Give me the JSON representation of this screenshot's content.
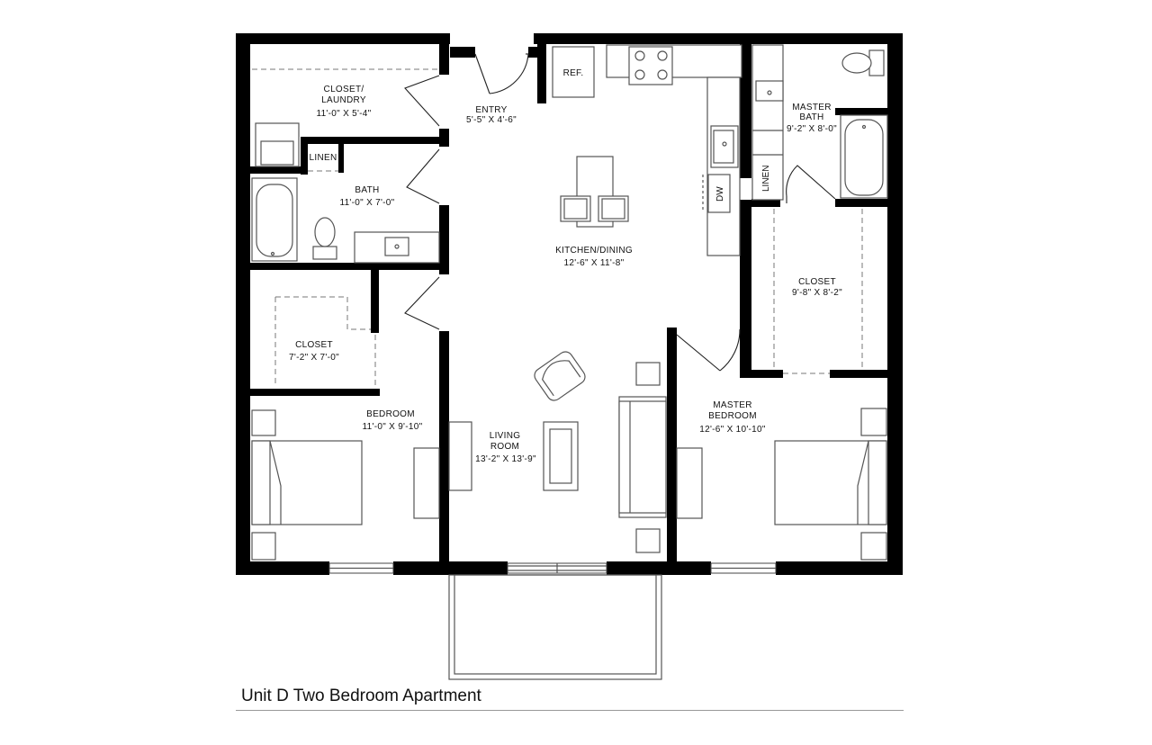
{
  "plan_title": "Unit D Two Bedroom Apartment",
  "rooms": {
    "closet_laundry": {
      "name_line1": "CLOSET/",
      "name_line2": "LAUNDRY",
      "size": "11'-0\" X 5'-4\""
    },
    "entry": {
      "name": "ENTRY",
      "size": "5'-5\" X 4'-6\""
    },
    "bath": {
      "name": "BATH",
      "size": "11'-0\" X 7'-0\""
    },
    "linen_bath": {
      "name": "LINEN"
    },
    "kitchen_dining": {
      "name": "KITCHEN/DINING",
      "size": "12'-6\" X 11'-8\""
    },
    "master_bath": {
      "name_line1": "MASTER",
      "name_line2": "BATH",
      "size": "9'-2\" X 8'-0\""
    },
    "linen_master": {
      "name": "LINEN"
    },
    "master_closet": {
      "name": "CLOSET",
      "size": "9'-8\" X 8'-2\""
    },
    "bedroom_closet": {
      "name": "CLOSET",
      "size": "7'-2\" X 7'-0\""
    },
    "bedroom": {
      "name": "BEDROOM",
      "size": "11'-0\" X 9'-10\""
    },
    "living_room": {
      "name_line1": "LIVING",
      "name_line2": "ROOM",
      "size": "13'-2\" X 13'-9\""
    },
    "master_bedroom": {
      "name_line1": "MASTER",
      "name_line2": "BEDROOM",
      "size": "12'-6\" X 10'-10\""
    }
  },
  "fixtures": {
    "refrigerator": "REF.",
    "dishwasher": "DW"
  }
}
